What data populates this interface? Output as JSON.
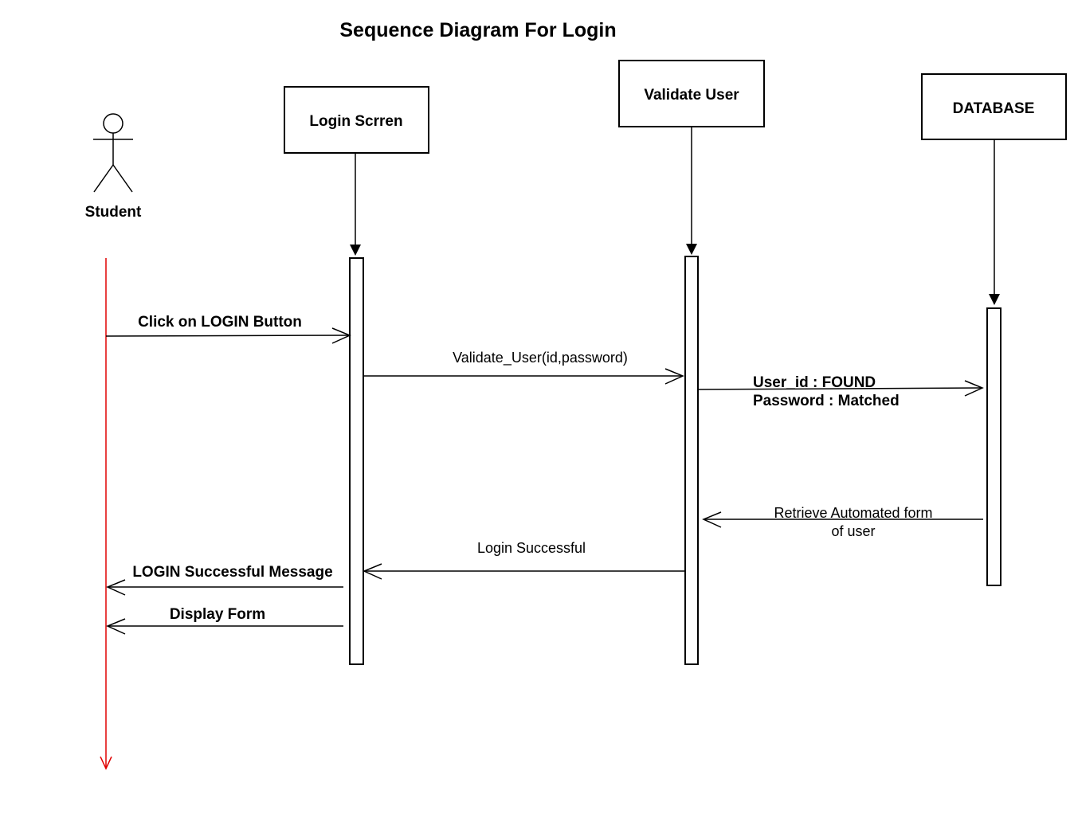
{
  "title": "Sequence Diagram For Login",
  "actor": {
    "label": "Student"
  },
  "objects": [
    {
      "label": "Login Scrren"
    },
    {
      "label": "Validate User"
    },
    {
      "label": "DATABASE"
    }
  ],
  "messages": {
    "click_login": "Click on LOGIN Button",
    "validate_user": "Validate_User(id,password)",
    "user_found": "User_id : FOUND",
    "password_matched": "Password : Matched",
    "retrieve_line1": "Retrieve Automated form",
    "retrieve_line2": "of user",
    "login_successful": "Login Successful",
    "login_success_message": "LOGIN Successful Message",
    "display_form": "Display Form"
  },
  "colors": {
    "actor_lifeline": "#e00000",
    "stroke": "#000000"
  }
}
